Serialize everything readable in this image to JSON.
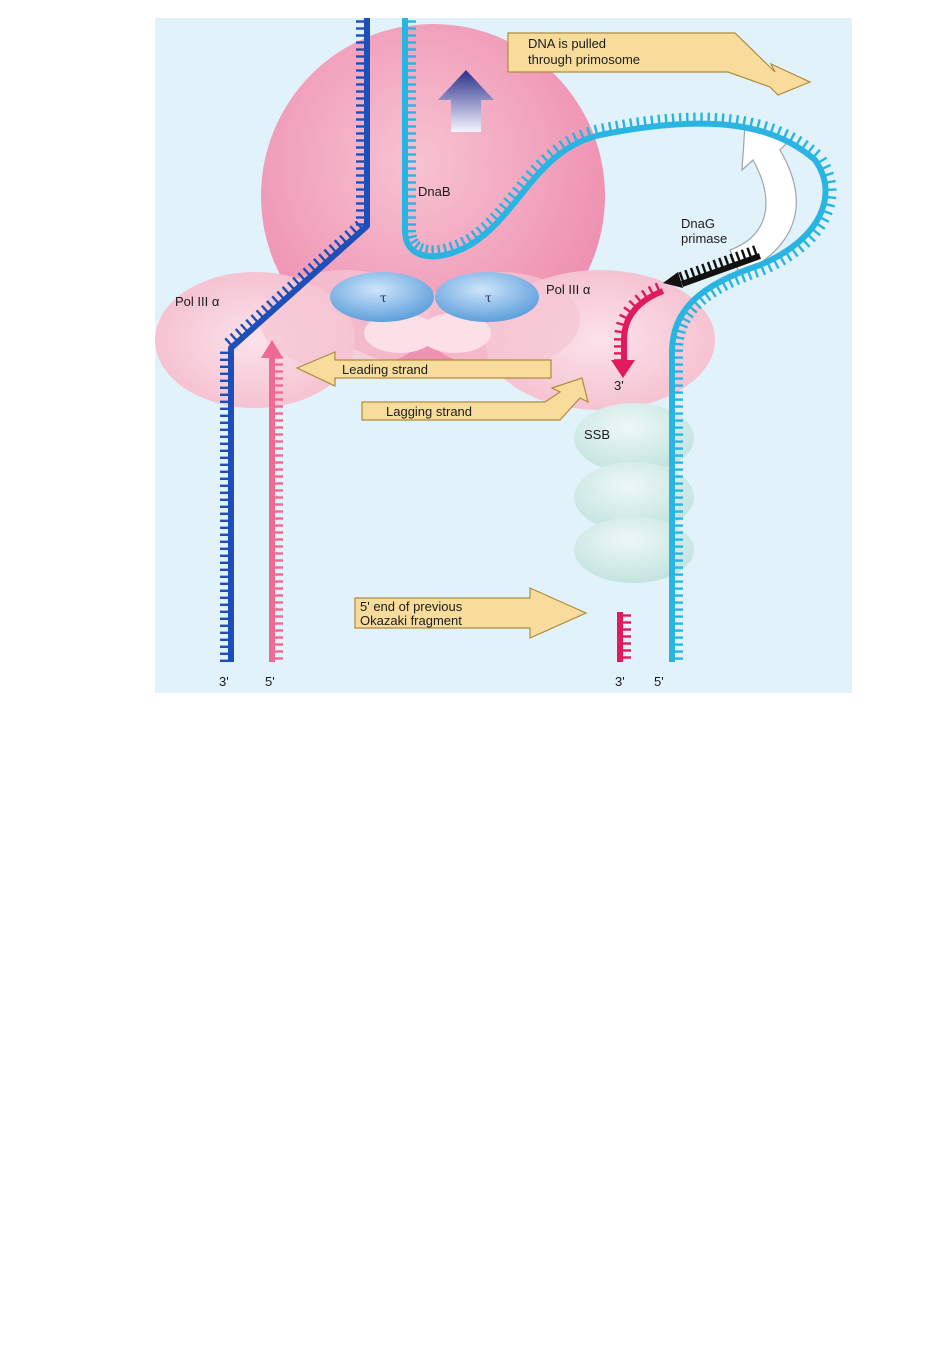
{
  "labels": {
    "dna_pulled_line1": "DNA is pulled",
    "dna_pulled_line2": "through primosome",
    "dnab": "DnaB",
    "dnag_line1": "DnaG",
    "dnag_line2": "primase",
    "pol3_left": "Pol III  α",
    "pol3_right": "Pol III  α",
    "tau_left": "τ",
    "tau_right": "τ",
    "leading_strand": "Leading strand",
    "lagging_strand": "Lagging strand",
    "ssb": "SSB",
    "okazaki_line1": "5' end of previous",
    "okazaki_line2": "Okazaki fragment",
    "three_prime_primer": "3'",
    "bottom_left_3": "3'",
    "bottom_left_5": "5'",
    "bottom_right_3": "3'",
    "bottom_right_5": "5'"
  },
  "colors": {
    "background_panel": "#e2f2fb",
    "dnab": "#f2a7bd",
    "pol3": "#f7c9d6",
    "tau": "#7fb6e6",
    "ssb": "#cfe9e6",
    "template_leading": "#1e4fb8",
    "template_lagging": "#2ab4e2",
    "new_leading": "#ee6a92",
    "new_lagging": "#e01a5c",
    "primase_primer": "#111111",
    "callout": "#f8dc9b"
  }
}
